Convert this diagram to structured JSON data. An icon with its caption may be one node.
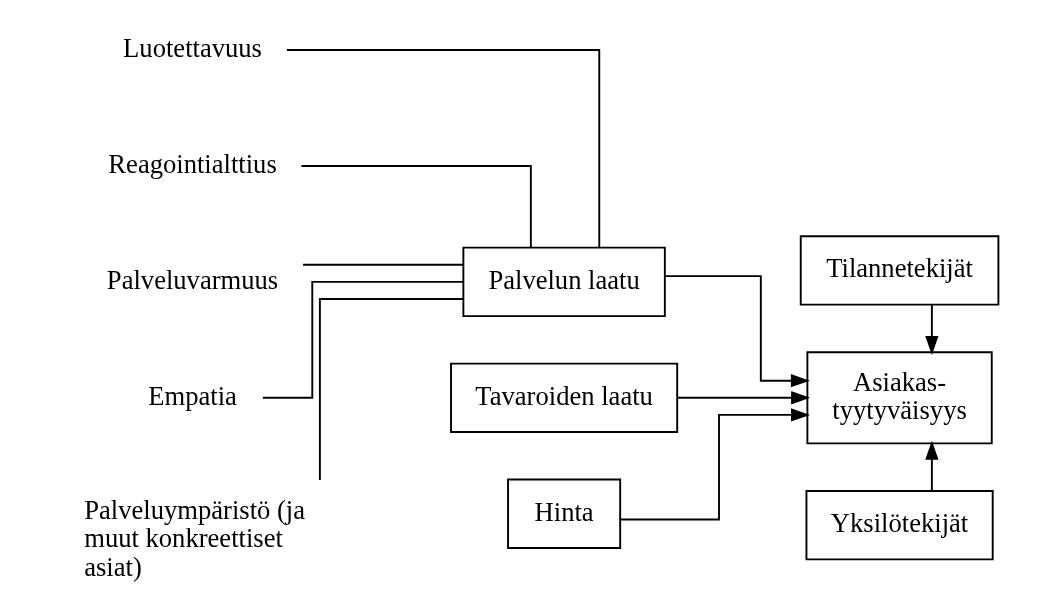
{
  "diagram": {
    "nodes": [
      {
        "text": [
          "Luotettavuus"
        ]
      },
      {
        "text": [
          "Reagointialttius"
        ]
      },
      {
        "text": [
          "Palveluvarmuus"
        ]
      },
      {
        "text": [
          "Empatia"
        ]
      },
      {
        "text": [
          "Palveluympäristö (ja muut konkreettiset asiat)"
        ]
      },
      {
        "text": [
          "Palvelun laatu"
        ]
      },
      {
        "text": [
          "Tavaroiden laatu"
        ]
      },
      {
        "text": [
          "Hinta"
        ]
      },
      {
        "text": [
          "Tilannetekijät"
        ]
      },
      {
        "text": [
          "Asiakas- tyytyväisyys"
        ]
      },
      {
        "text": [
          "Yksilötekijät"
        ]
      }
    ],
    "edges": [
      {
        "from": 0,
        "to": 5,
        "arrow": "none"
      },
      {
        "from": 1,
        "to": 5,
        "arrow": "none"
      },
      {
        "from": 2,
        "to": 5,
        "arrow": "none"
      },
      {
        "from": 3,
        "to": 5,
        "arrow": "none"
      },
      {
        "from": 4,
        "to": 5,
        "arrow": "none"
      },
      {
        "from": 5,
        "to": 9,
        "arrow": "to"
      },
      {
        "from": 6,
        "to": 9,
        "arrow": "to"
      },
      {
        "from": 7,
        "to": 9,
        "arrow": "to"
      },
      {
        "from": 8,
        "to": 9,
        "arrow": "to"
      },
      {
        "from": 10,
        "to": 9,
        "arrow": "to"
      }
    ]
  }
}
